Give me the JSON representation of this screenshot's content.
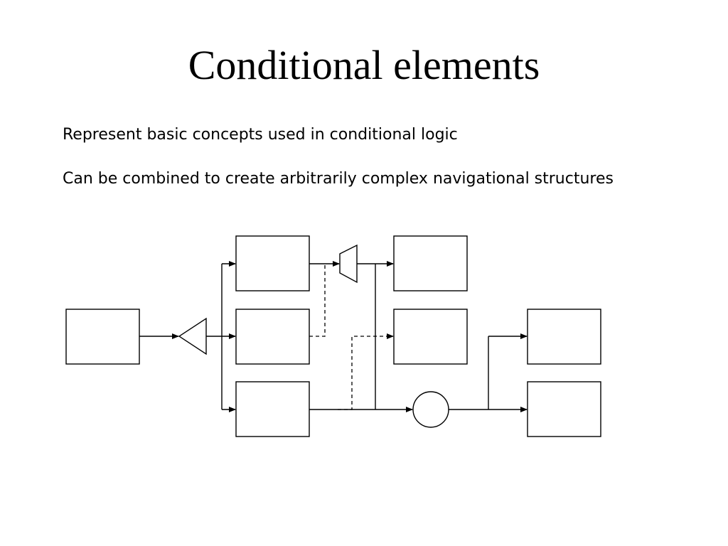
{
  "slide": {
    "title": "Conditional elements",
    "bullets": [
      "Represent basic concepts used in conditional logic",
      "Can be combined to create arbitrarily complex navigational structures"
    ]
  },
  "diagram": {
    "stroke_color": "#000000",
    "fill_color": "#ffffff"
  }
}
